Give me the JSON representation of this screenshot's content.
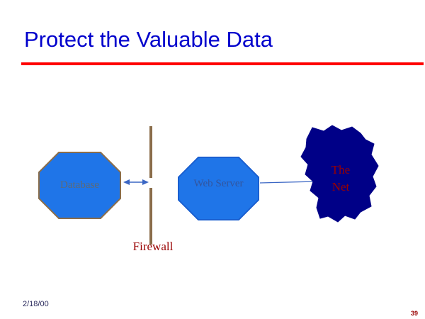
{
  "slide": {
    "title": "Protect the Valuable Data",
    "footer_date": "2/18/00",
    "slide_number": "39"
  },
  "diagram": {
    "nodes": {
      "database": {
        "label": "Database",
        "shape": "octagon"
      },
      "web_server": {
        "label": "Web Server",
        "shape": "octagon"
      },
      "net": {
        "label_line1": "The",
        "label_line2": "Net",
        "shape": "blob"
      },
      "firewall": {
        "label": "Firewall",
        "shape": "vertical-line"
      }
    },
    "connectors": [
      {
        "from": "database",
        "to": "firewall",
        "style": "double-arrow"
      },
      {
        "from": "web_server",
        "to": "net",
        "style": "line"
      }
    ]
  },
  "colors": {
    "title_text": "#0000cc",
    "title_rule": "#ff0000",
    "node_fill": "#1f75e8",
    "database_border": "#8a6d4a",
    "web_server_border": "#1a5fd0",
    "firewall_line": "#8a6d4a",
    "net_fill": "#000087",
    "diagram_label_red": "#990000",
    "database_label_text": "#5f6a74",
    "web_server_label_text": "#33559d",
    "connector_blue": "#3a66c4",
    "footer_date_text": "#29295c"
  }
}
